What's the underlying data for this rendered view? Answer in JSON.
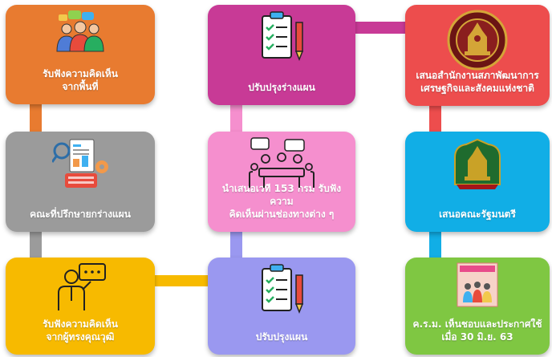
{
  "colors": {
    "orange": "#e87b30",
    "gray": "#9b9b9b",
    "yellow": "#f7ba00",
    "magenta": "#c83a96",
    "pink": "#f58fce",
    "lavender": "#9a98f0",
    "red": "#ed4d4d",
    "cyan": "#11aee6",
    "green": "#7fc742"
  },
  "steps": [
    {
      "id": "public-hearing-local",
      "lines": [
        "รับฟังความคิดเห็น",
        "จากพื้นที่"
      ],
      "icon": "people-speech-icon"
    },
    {
      "id": "advisory-committee",
      "lines": [
        "คณะที่ปรึกษายกร่างแผน"
      ],
      "icon": "planning-documents-icon"
    },
    {
      "id": "expert-hearing",
      "lines": [
        "รับฟังความคิดเห็น",
        "จากผู้ทรงคุณวุฒิ"
      ],
      "icon": "presenter-icon"
    },
    {
      "id": "revise-draft",
      "lines": [
        "ปรับปรุงร่างแผน"
      ],
      "icon": "clipboard-checklist-icon"
    },
    {
      "id": "present-ministries",
      "lines": [
        "นำเสนอเวที 153 กรม รับฟังความ",
        "คิดเห็นผ่านช่องทางต่าง ๆ"
      ],
      "icon": "meeting-table-icon"
    },
    {
      "id": "revise-plan",
      "lines": [
        "ปรับปรุงแผน"
      ],
      "icon": "clipboard-checklist-icon"
    },
    {
      "id": "propose-nesdc",
      "lines": [
        "เสนอสำนักงานสภาพัฒนาการ",
        "เศรษฐกิจและสังคมแห่งชาติ"
      ],
      "icon": "nesdc-seal-icon"
    },
    {
      "id": "propose-cabinet",
      "lines": [
        "เสนอคณะรัฐมนตรี"
      ],
      "icon": "cabinet-emblem-icon"
    },
    {
      "id": "cabinet-approval",
      "lines": [
        "ค.ร.ม. เห็นชอบและประกาศใช้",
        "เมื่อ 30 มิ.ย. 63"
      ],
      "icon": "plan-book-cover-icon"
    }
  ]
}
